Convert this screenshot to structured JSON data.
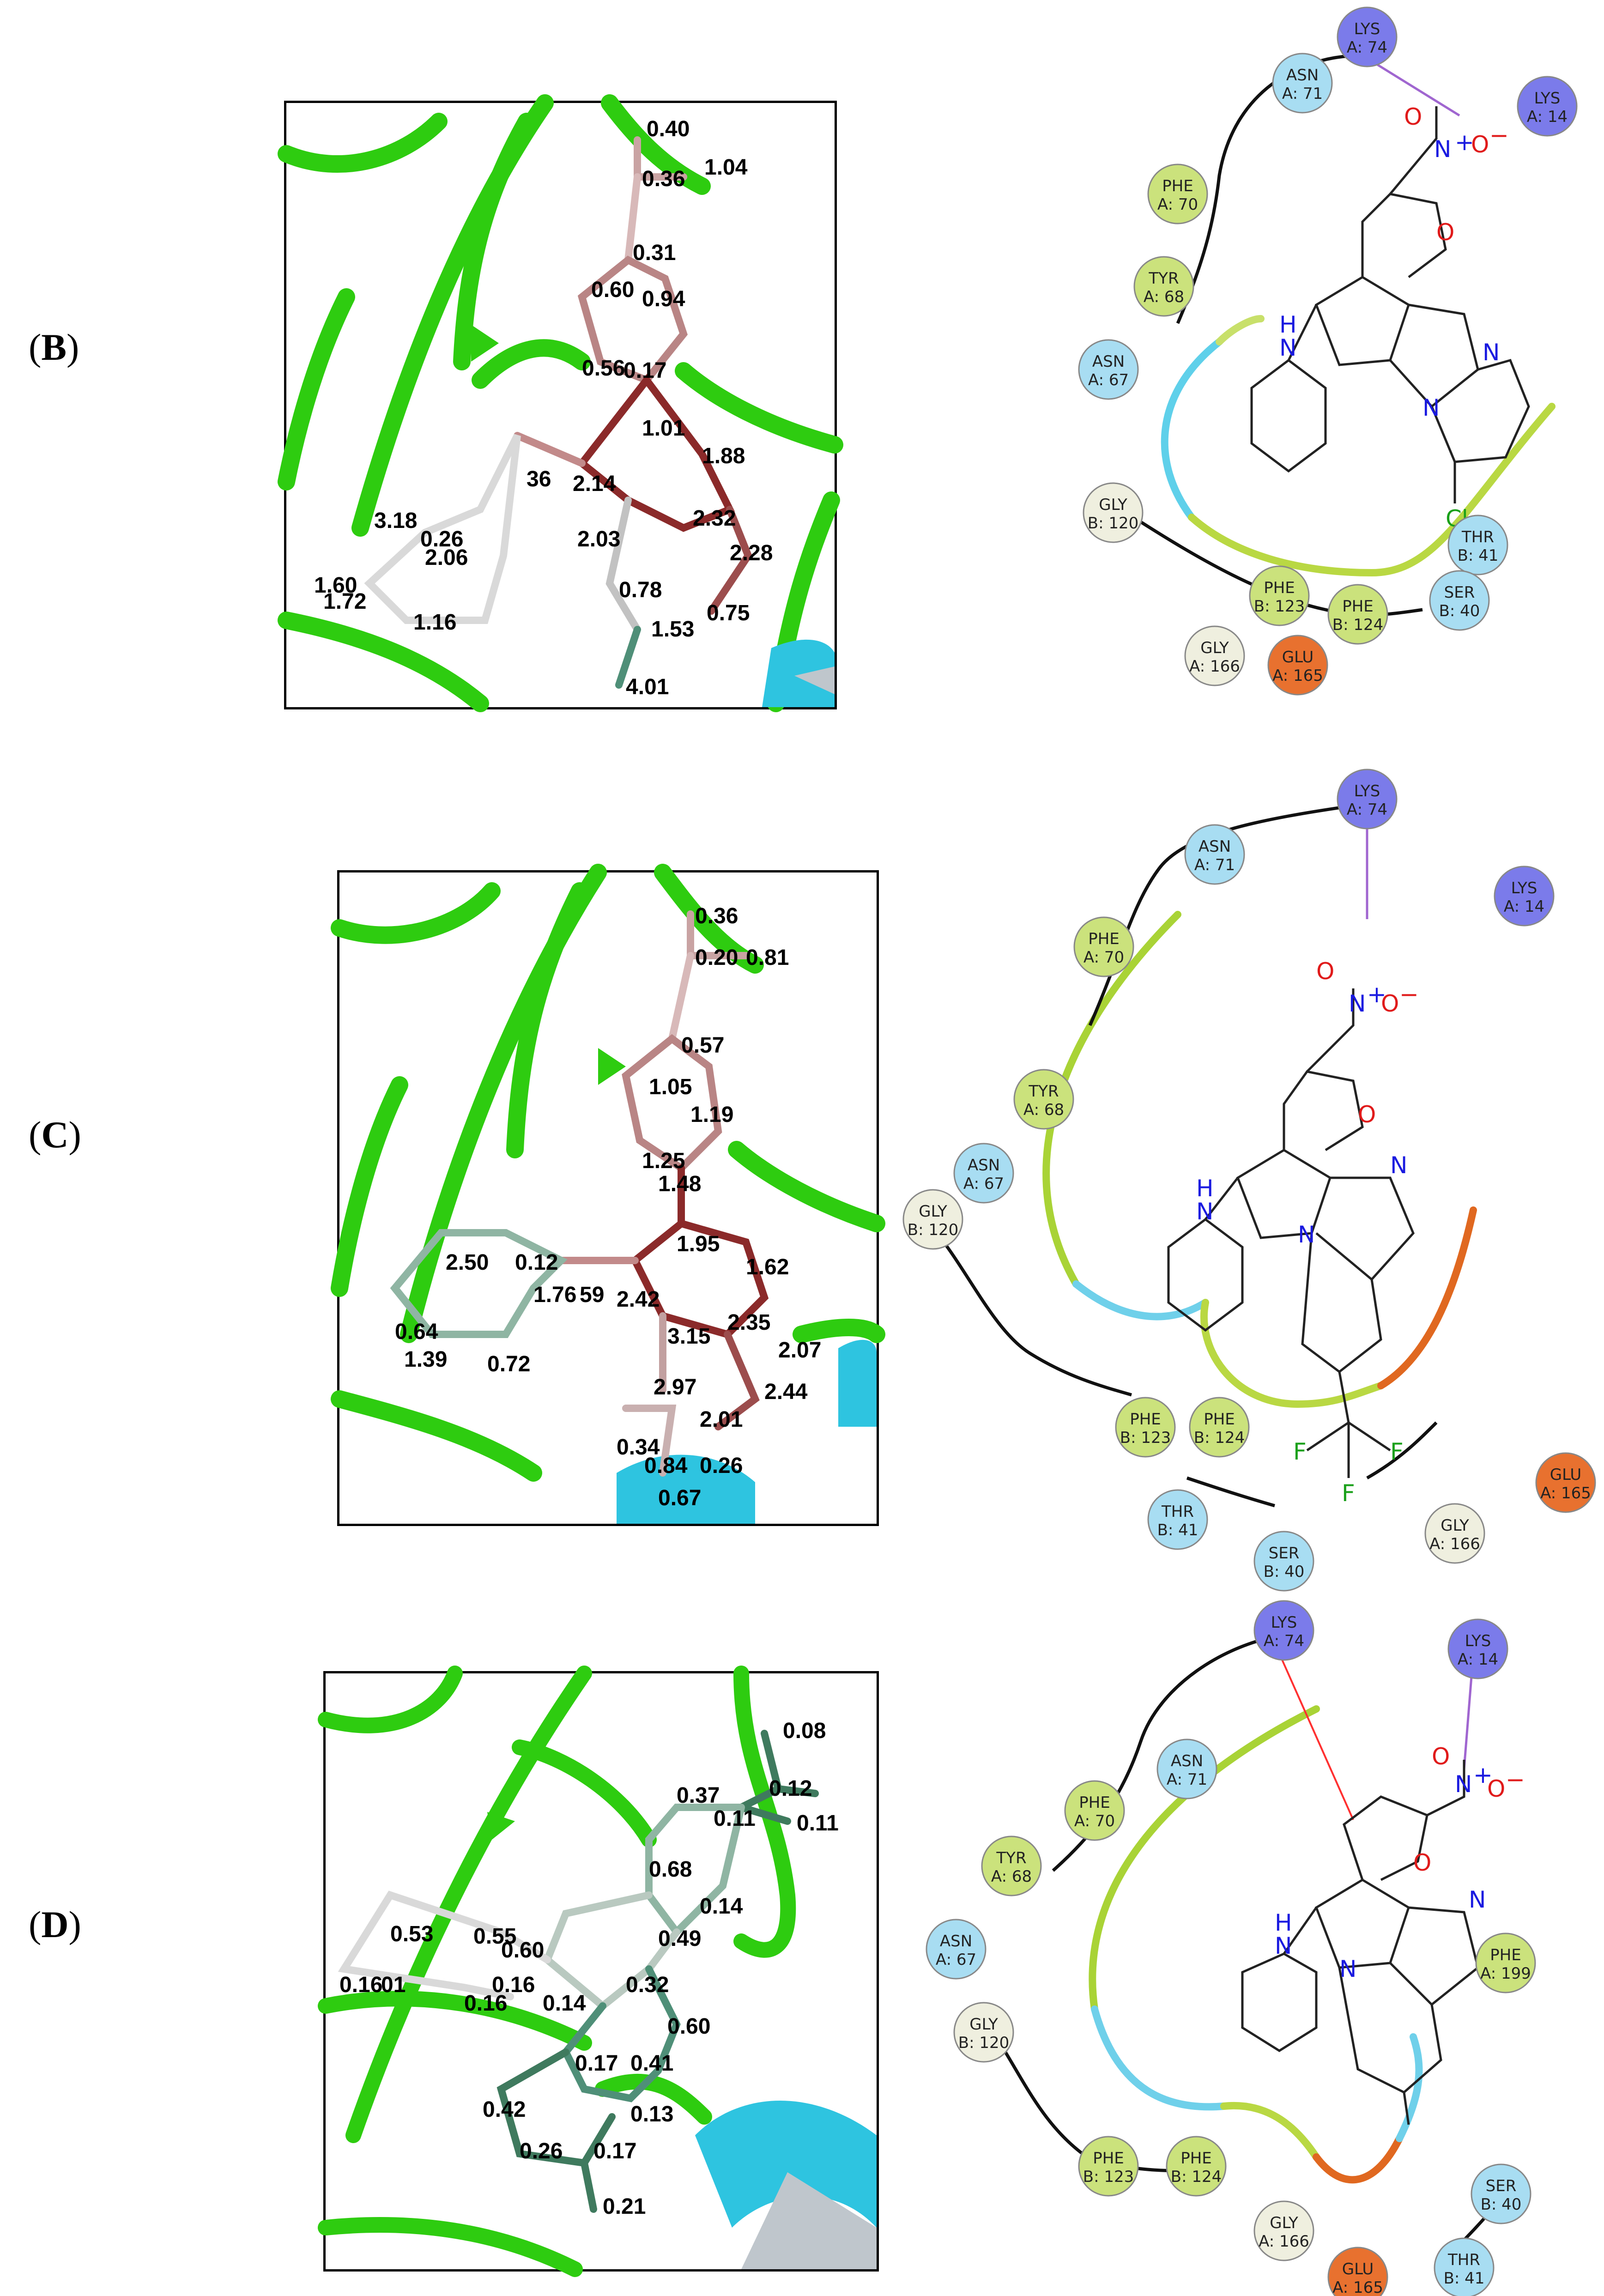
{
  "panels": [
    {
      "label": "B",
      "numbers": [
        "0.40",
        "1.04",
        "0.36",
        "0.31",
        "0.60",
        "0.94",
        "0.56",
        "0.17",
        "1.01",
        "1.88",
        "36",
        "2.14",
        "2.32",
        "3.18",
        "0.26",
        "2.06",
        "2.03",
        "2.28",
        "1.60",
        "1.72",
        "1.16",
        "0.78",
        "1.53",
        "0.75",
        "4.01"
      ],
      "substituent": "Cl",
      "residues": [
        {
          "name": "LYS",
          "id": "A: 74",
          "color": "#7b7bea"
        },
        {
          "name": "LYS",
          "id": "A: 14",
          "color": "#7b7bea"
        },
        {
          "name": "ASN",
          "id": "A: 71",
          "color": "#a8ddf2"
        },
        {
          "name": "PHE",
          "id": "A: 70",
          "color": "#cbe27c"
        },
        {
          "name": "TYR",
          "id": "A: 68",
          "color": "#cbe27c"
        },
        {
          "name": "ASN",
          "id": "A: 67",
          "color": "#a8ddf2"
        },
        {
          "name": "GLY",
          "id": "B: 120",
          "color": "#efefdf"
        },
        {
          "name": "THR",
          "id": "B: 41",
          "color": "#a8ddf2"
        },
        {
          "name": "SER",
          "id": "B: 40",
          "color": "#a8ddf2"
        },
        {
          "name": "PHE",
          "id": "B: 123",
          "color": "#cbe27c"
        },
        {
          "name": "PHE",
          "id": "B: 124",
          "color": "#cbe27c"
        },
        {
          "name": "GLY",
          "id": "A: 166",
          "color": "#efefdf"
        },
        {
          "name": "GLU",
          "id": "A: 165",
          "color": "#e8712f"
        }
      ]
    },
    {
      "label": "C",
      "numbers": [
        "0.36",
        "0.20",
        "0.81",
        "0.57",
        "1.05",
        "1.19",
        "1.25",
        "1.48",
        "1.95",
        "1.62",
        "2.50",
        "0.12",
        "1.76",
        "59",
        "2.42",
        "2.35",
        "0.64",
        "1.39",
        "0.72",
        "3.15",
        "2.07",
        "2.97",
        "2.44",
        "2.01",
        "0.34",
        "0.84",
        "0.26",
        "0.67"
      ],
      "substituent": "F",
      "residues": [
        {
          "name": "LYS",
          "id": "A: 74",
          "color": "#7b7bea"
        },
        {
          "name": "LYS",
          "id": "A: 14",
          "color": "#7b7bea"
        },
        {
          "name": "ASN",
          "id": "A: 71",
          "color": "#a8ddf2"
        },
        {
          "name": "PHE",
          "id": "A: 70",
          "color": "#cbe27c"
        },
        {
          "name": "TYR",
          "id": "A: 68",
          "color": "#cbe27c"
        },
        {
          "name": "ASN",
          "id": "A: 67",
          "color": "#a8ddf2"
        },
        {
          "name": "GLY",
          "id": "B: 120",
          "color": "#efefdf"
        },
        {
          "name": "PHE",
          "id": "B: 123",
          "color": "#cbe27c"
        },
        {
          "name": "PHE",
          "id": "B: 124",
          "color": "#cbe27c"
        },
        {
          "name": "THR",
          "id": "B: 41",
          "color": "#a8ddf2"
        },
        {
          "name": "SER",
          "id": "B: 40",
          "color": "#a8ddf2"
        },
        {
          "name": "GLY",
          "id": "A: 166",
          "color": "#efefdf"
        },
        {
          "name": "GLU",
          "id": "A: 165",
          "color": "#e8712f"
        }
      ]
    },
    {
      "label": "D",
      "numbers": [
        "0.08",
        "0.37",
        "0.12",
        "0.11",
        "0.11",
        "0.68",
        "0.14",
        "0.49",
        "0.53",
        "0.55",
        "0.60",
        "0.16",
        "01",
        "0.16",
        "0.16",
        "0.14",
        "0.32",
        "0.60",
        "0.17",
        "0.41",
        "0.42",
        "0.13",
        "0.26",
        "0.17",
        "0.21"
      ],
      "substituent": "",
      "residues": [
        {
          "name": "LYS",
          "id": "A: 74",
          "color": "#7b7bea"
        },
        {
          "name": "LYS",
          "id": "A: 14",
          "color": "#7b7bea"
        },
        {
          "name": "ASN",
          "id": "A: 71",
          "color": "#a8ddf2"
        },
        {
          "name": "PHE",
          "id": "A: 70",
          "color": "#cbe27c"
        },
        {
          "name": "TYR",
          "id": "A: 68",
          "color": "#cbe27c"
        },
        {
          "name": "ASN",
          "id": "A: 67",
          "color": "#a8ddf2"
        },
        {
          "name": "PHE",
          "id": "A: 199",
          "color": "#cbe27c"
        },
        {
          "name": "GLY",
          "id": "B: 120",
          "color": "#efefdf"
        },
        {
          "name": "PHE",
          "id": "B: 123",
          "color": "#cbe27c"
        },
        {
          "name": "PHE",
          "id": "B: 124",
          "color": "#cbe27c"
        },
        {
          "name": "GLY",
          "id": "A: 166",
          "color": "#efefdf"
        },
        {
          "name": "GLU",
          "id": "A: 165",
          "color": "#e8712f"
        },
        {
          "name": "SER",
          "id": "B: 40",
          "color": "#a8ddf2"
        },
        {
          "name": "THR",
          "id": "B: 41",
          "color": "#a8ddf2"
        }
      ]
    }
  ],
  "atoms": {
    "N": "N",
    "H": "H",
    "O": "O",
    "charge_plus": "+",
    "charge_minus": "−"
  }
}
